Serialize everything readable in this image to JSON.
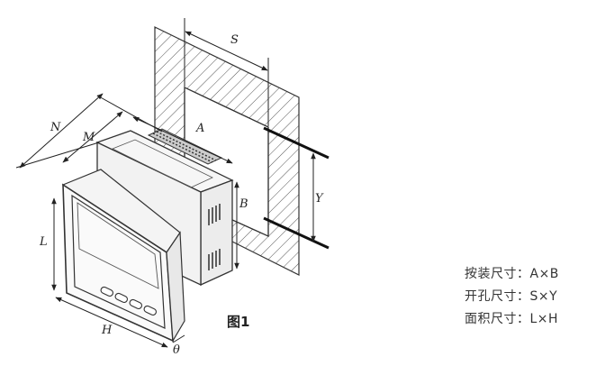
{
  "figure": {
    "caption": "图1",
    "dimension_labels": {
      "S": "S",
      "A": "A",
      "N": "N",
      "M": "M",
      "B": "B",
      "Y": "Y",
      "L": "L",
      "H": "H",
      "depth": "θ"
    }
  },
  "specs": [
    {
      "label": "按装尺寸：",
      "value": "A×B"
    },
    {
      "label": "开孔尺寸：",
      "value": "S×Y"
    },
    {
      "label": "面积尺寸：",
      "value": "L×H"
    }
  ]
}
